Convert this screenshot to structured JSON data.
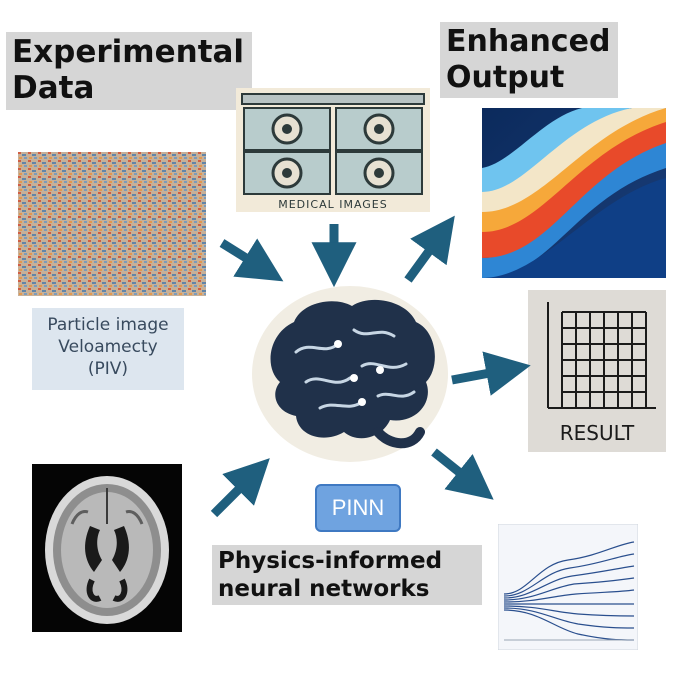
{
  "labels": {
    "experimental_line1": "Experimental",
    "experimental_line2": "Data",
    "enhanced_line1": "Enhanced",
    "enhanced_line2": "Output",
    "pinn_badge": "PINN",
    "pinn_line1": "Physics-informed",
    "pinn_line2": "neural networks"
  },
  "piv": {
    "line1": "Particle image",
    "line2": "Veloamecty",
    "line3": "(PIV)"
  },
  "medical": {
    "caption": "MEDICAL IMAGES"
  },
  "result": {
    "caption": "RESULT"
  },
  "colors": {
    "arrow": "#1f5f7e",
    "label_bg": "#d6d6d6",
    "badge": "#6fa3e0"
  }
}
